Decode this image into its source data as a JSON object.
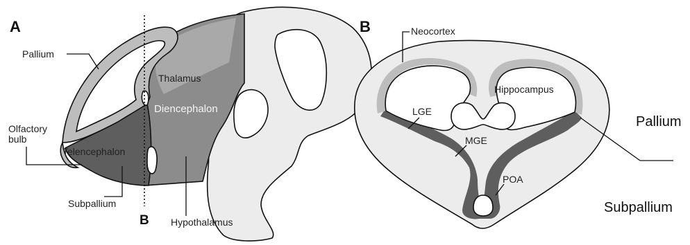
{
  "panel_a": {
    "letter": "A",
    "labels": {
      "pallium": "Pallium",
      "olfactory_line1": "Olfactory",
      "olfactory_line2": "bulb",
      "telencephalon": "Telencephalon",
      "subpallium": "Subpallium",
      "thalamus": "Thalamus",
      "diencephalon": "Diencephalon",
      "hypothalamus": "Hypothalamus",
      "section_marker": "B"
    }
  },
  "panel_b": {
    "letter": "B",
    "labels": {
      "neocortex": "Neocortex",
      "hippocampus": "Hippocampus",
      "lge": "LGE",
      "mge": "MGE",
      "poa": "POA"
    }
  },
  "annotations": {
    "pallium": "Pallium",
    "subpallium": "Subpallium"
  },
  "colors": {
    "tissue_light": "#ececec",
    "pallium_gray": "#bdbdbd",
    "diencephalon_gray": "#8c8c8c",
    "subpallium_dark": "#5e5e5e",
    "outline": "#111111"
  }
}
